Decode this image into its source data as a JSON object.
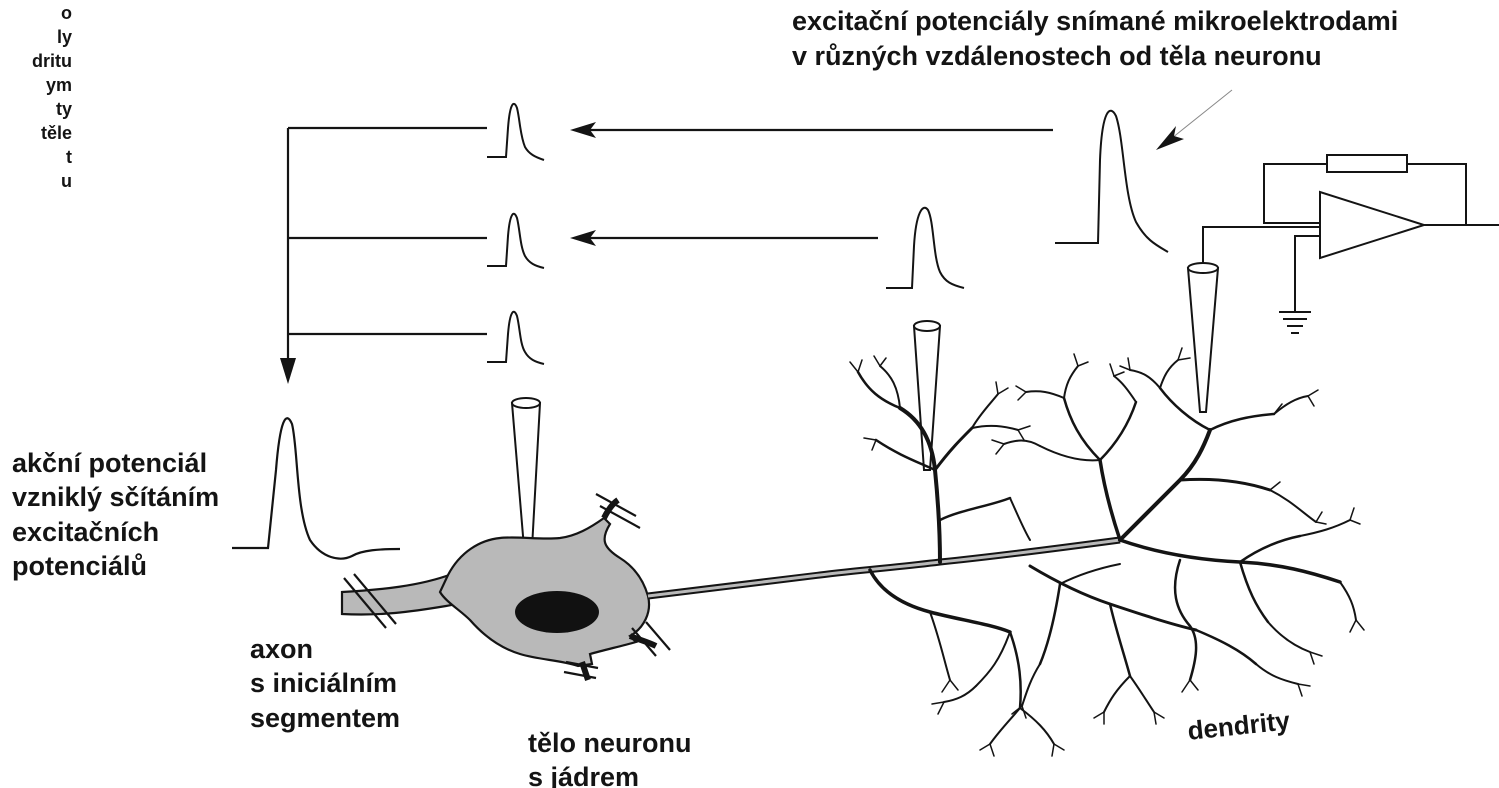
{
  "labels": {
    "cut_lines": [
      "o",
      "ly",
      "dritu",
      "ym",
      "ty",
      "těle",
      "t",
      "u"
    ],
    "top_title": [
      "excitační potenciály snímané mikroelektrodami",
      "v různých vzdálenostech od těla neuronu"
    ],
    "action_potential": [
      "akční potenciál",
      "vzniklý sčítáním",
      "excitačních",
      "potenciálů"
    ],
    "axon": [
      "axon",
      "s iniciálním",
      "segmentem"
    ],
    "soma": [
      "tělo neuronu",
      "s jádrem"
    ],
    "dendrites": "dendrity"
  },
  "colors": {
    "ink": "#141414",
    "soma_fill": "#b9b9b9",
    "nucleus": "#111111",
    "background": "#ffffff"
  },
  "icons": {
    "amplifier": "amplifier-icon",
    "ground": "ground-icon",
    "resistor": "resistor-icon",
    "microelectrode": "microelectrode-icon"
  }
}
